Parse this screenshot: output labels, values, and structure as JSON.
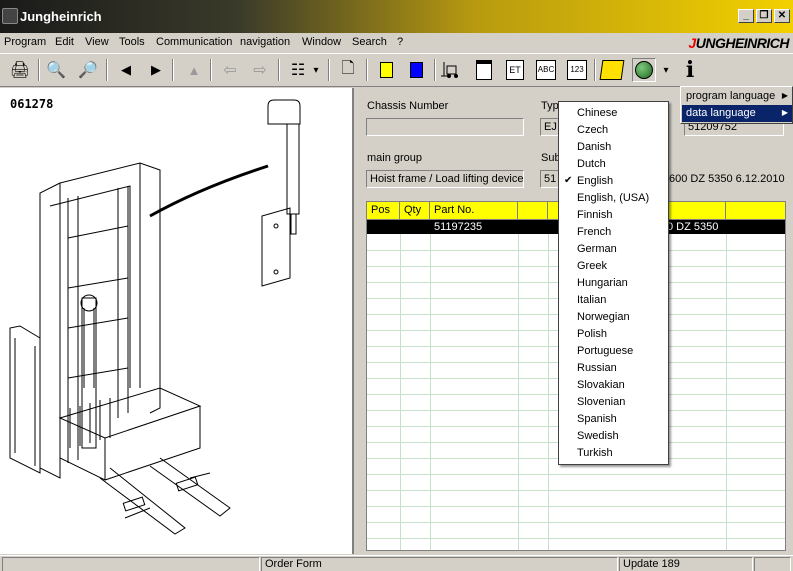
{
  "window": {
    "title": "Jungheinrich",
    "brand_prefix": "J",
    "brand_rest": "UNGHEINRICH",
    "min_label": "_",
    "restore_label": "❐",
    "close_label": "✕"
  },
  "menu": [
    "Program",
    "Edit",
    "View",
    "Tools",
    "Communication",
    "navigation",
    "Window",
    "Search",
    "?"
  ],
  "toolbar": {
    "print": "🖨",
    "zoom_in": "🔍",
    "zoom_out": "🔎",
    "back": "◀",
    "forward": "▶",
    "up": "▲",
    "left": "⇦",
    "right": "⇨",
    "tree": "☷",
    "tree_drop": "▾",
    "doc": "🗋",
    "info": "i",
    "globe_drop": "▾",
    "et_label": "ET",
    "abc_label": "ABC",
    "num_label": "123"
  },
  "drawing": {
    "part_number": "061278"
  },
  "details": {
    "chassis_label": "Chassis Number",
    "chassis_value": "",
    "type_label": "Typ",
    "type_value": "EJ",
    "number_value": "51209752",
    "main_group_label": "main group",
    "main_group_value": "Hoist frame / Load lifting device",
    "sub_label": "Sub",
    "sub_value": "51",
    "doc_ref": "600 DZ 5350 6.12.2010"
  },
  "grid": {
    "headers": [
      "Pos",
      "Qty",
      "Part No.",
      "",
      "",
      ""
    ],
    "rows": [
      {
        "pos": "",
        "qty": "",
        "part": "51197235",
        "desc": "0 DZ 5350"
      }
    ]
  },
  "status": {
    "left": "",
    "center": "Order Form",
    "right": "Update 189",
    "extra": ""
  },
  "submenu": [
    {
      "label": "program language",
      "arrow": "▶"
    },
    {
      "label": "data language",
      "arrow": "▶"
    }
  ],
  "languages": {
    "checked_mark": "✔",
    "items": [
      "Chinese",
      "Czech",
      "Danish",
      "Dutch",
      "English",
      "English, (USA)",
      "Finnish",
      "French",
      "German",
      "Greek",
      "Hungarian",
      "Italian",
      "Norwegian",
      "Polish",
      "Portuguese",
      "Russian",
      "Slovakian",
      "Slovenian",
      "Spanish",
      "Swedish",
      "Turkish"
    ],
    "selected": "English"
  },
  "colors": {
    "selection": "#0a246a",
    "grid_header": "#ffff00",
    "title_start": "#1a1a1a",
    "title_end": "#f2d000"
  }
}
